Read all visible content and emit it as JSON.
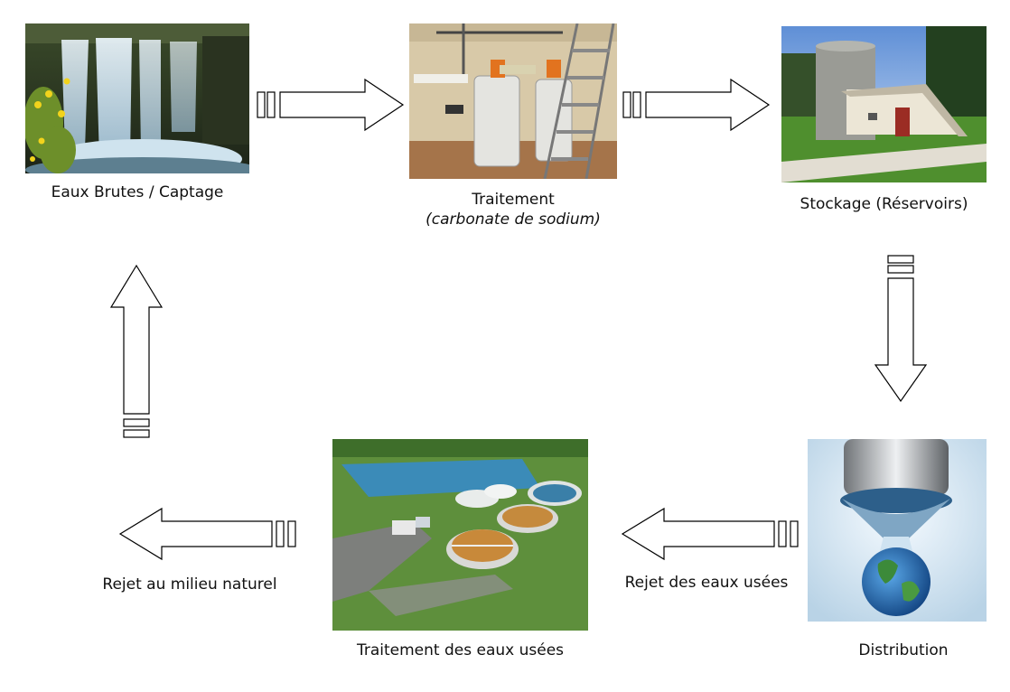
{
  "nodes": {
    "captage": {
      "label": "Eaux Brutes / Captage",
      "image": "waterfall-photo"
    },
    "traitement": {
      "label": "Traitement",
      "sublabel": "(carbonate de sodium)",
      "image": "treatment-tanks-photo"
    },
    "stockage": {
      "label": "Stockage (Réservoirs)",
      "image": "reservoir-photo"
    },
    "distribution": {
      "label": "Distribution",
      "image": "faucet-earth-drop-photo"
    },
    "traitement_usees": {
      "label": "Traitement des eaux usées",
      "image": "wastewater-plant-render"
    }
  },
  "edges": {
    "rejet_usees": "Rejet des eaux usées",
    "rejet_naturel": "Rejet au milieu naturel"
  },
  "icons": {
    "arrow_style": "hollow-block-arrow",
    "arrow_stroke": "#000000",
    "arrow_fill": "#ffffff"
  }
}
